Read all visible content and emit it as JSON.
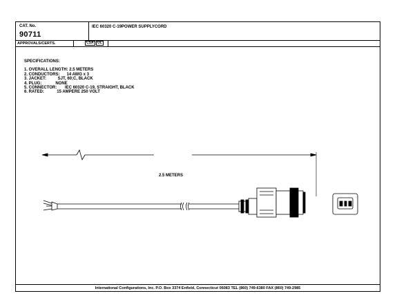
{
  "cat_label": "CAT. No.",
  "cat_number": "90711",
  "title": "IEC 60320 C-19POWER SUPPLYCORD",
  "approvals_label": "APPROVALS/CERTS.",
  "certs": [
    "CSA",
    "UL"
  ],
  "spec_heading": "SPECIFICATIONS:",
  "specs": [
    "1. OVERALL LENGTH: 2.5 METERS",
    "2. CONDUCTORS:      14 AWG x 3",
    "3. JACKET:          SJT, 60;C, BLACK",
    "4. PLUG:            NONE",
    "5. CONNECTOR:       IEC 60320 C-19, STRAIGHT, BLACK",
    "6. RATED:           15 AMPERE 250 VOLT"
  ],
  "dimension_label": "2.5 METERS",
  "footer": "International Configurations, Inc.  P.O. Box 3374  Enfield, Connecticut 06083 TEL (860) 749-6380  FAX (860) 749-2985"
}
